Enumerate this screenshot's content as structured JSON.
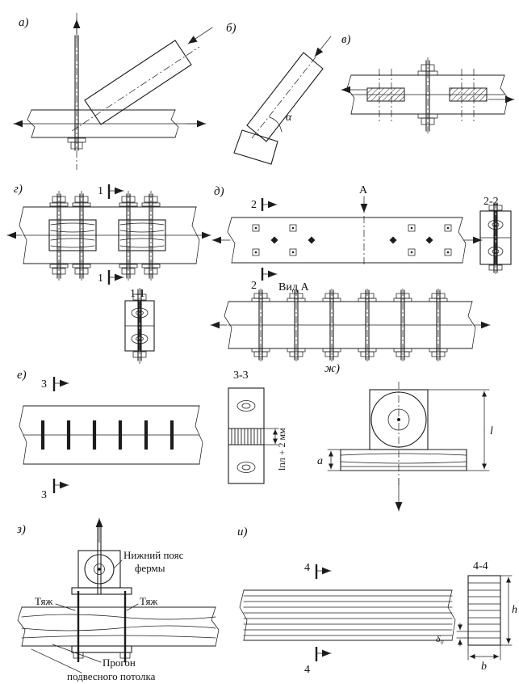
{
  "colors": {
    "ink": "#1c1c1c",
    "paper": "#ffffff"
  },
  "panels": {
    "a": {
      "label": "а)"
    },
    "b": {
      "label": "б)",
      "angle": "α"
    },
    "v": {
      "label": "в)"
    },
    "g": {
      "label": "г)",
      "cut": "1",
      "section": "1-1"
    },
    "d": {
      "label": "д)",
      "cut": "2",
      "section": "2-2",
      "view_arrow": "А",
      "view_title": "Вид А"
    },
    "e": {
      "label": "е)",
      "cut": "3",
      "section": "3-3",
      "plate_dim": "lпл + 2 мм"
    },
    "zh": {
      "label": "ж)",
      "dim_a": "a",
      "dim_l": "l"
    },
    "z": {
      "label": "з)",
      "truss_chord_1": "Нижний пояс",
      "truss_chord_2": "фермы",
      "tie_left": "Тяж",
      "tie_right": "Тяж",
      "girder_1": "Прогон",
      "girder_2": "подвесного потолка"
    },
    "i": {
      "label": "и)",
      "cut": "4",
      "section": "4-4",
      "dim_h": "h",
      "dim_b": "b",
      "dim_delta": "δ₀"
    }
  }
}
